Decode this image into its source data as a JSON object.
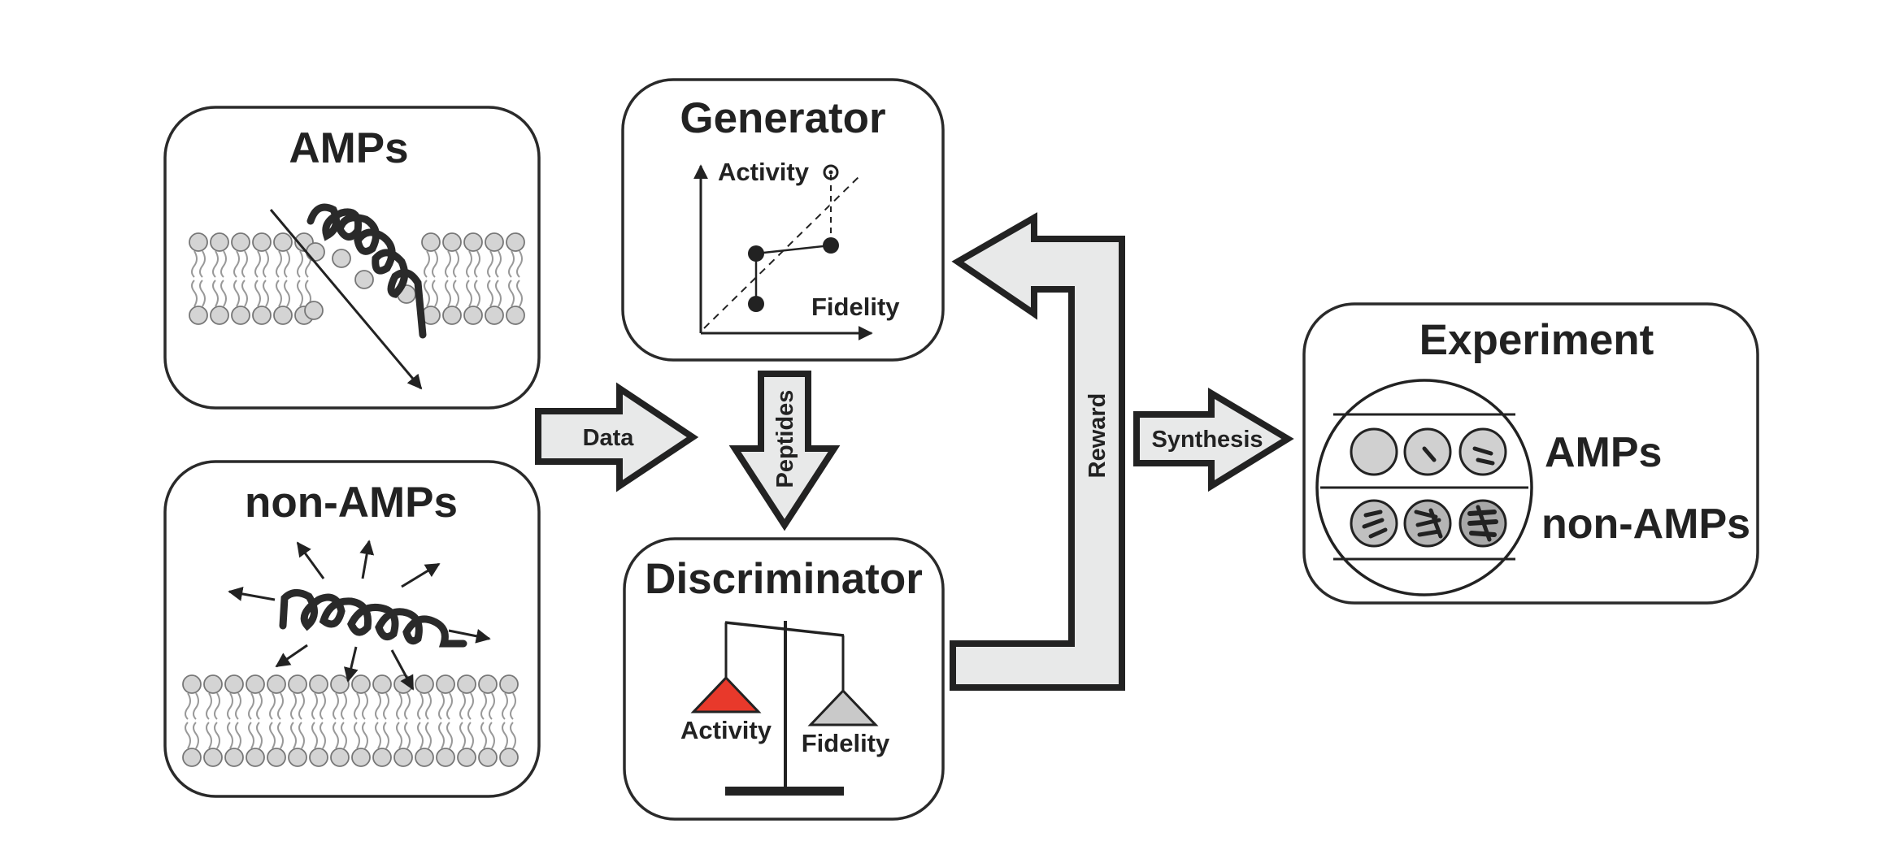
{
  "amps_box": {
    "title": "AMPs"
  },
  "nonamps_box": {
    "title": "non-AMPs"
  },
  "generator_box": {
    "title": "Generator",
    "y_axis_label": "Activity",
    "x_axis_label": "Fidelity"
  },
  "discriminator_box": {
    "title": "Discriminator",
    "left_pan_label": "Activity",
    "right_pan_label": "Fidelity"
  },
  "experiment_box": {
    "title": "Experiment",
    "row_top_label": "AMPs",
    "row_bottom_label": "non-AMPs"
  },
  "arrows": {
    "data": "Data",
    "peptides": "Peptides",
    "reward": "Reward",
    "synthesis": "Synthesis"
  },
  "colors": {
    "activity_pan": "#e8392b",
    "fidelity_pan": "#c9c9c9",
    "arrow_fill": "#e8e9e9",
    "stroke": "#222222"
  }
}
